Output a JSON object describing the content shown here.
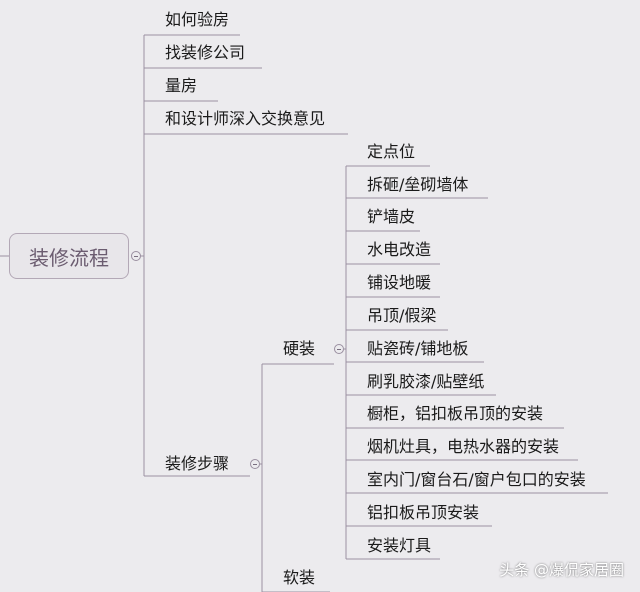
{
  "root": {
    "label": "装修流程"
  },
  "top_branches": [
    {
      "label": "如何验房"
    },
    {
      "label": "找装修公司"
    },
    {
      "label": "量房"
    },
    {
      "label": "和设计师深入交换意见"
    }
  ],
  "steps": {
    "label": "装修步骤",
    "hard": {
      "label": "硬装",
      "items": [
        {
          "label": "定点位"
        },
        {
          "label": "拆砸/垒砌墙体"
        },
        {
          "label": "铲墙皮"
        },
        {
          "label": "水电改造"
        },
        {
          "label": "铺设地暖"
        },
        {
          "label": "吊顶/假梁"
        },
        {
          "label": "贴瓷砖/铺地板"
        },
        {
          "label": "刷乳胶漆/贴壁纸"
        },
        {
          "label": "橱柜，铝扣板吊顶的安装"
        },
        {
          "label": "烟机灶具，电热水器的安装"
        },
        {
          "label": "室内门/窗台石/窗户包口的安装"
        },
        {
          "label": "铝扣板吊顶安装"
        },
        {
          "label": "安装灯具"
        }
      ]
    },
    "soft": {
      "label": "软装"
    }
  },
  "watermark": "头条 @爆侃家居圈",
  "colors": {
    "line": "#9b90a2",
    "background": "#ecebee",
    "root_text": "#6b5c70"
  }
}
